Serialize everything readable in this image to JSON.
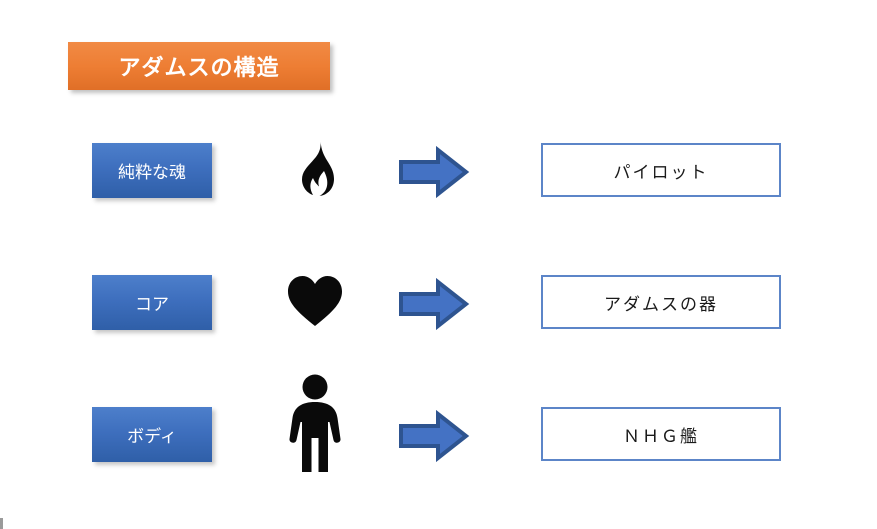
{
  "slide": {
    "title": "アダムスの構造",
    "background_color": "#FFFFFF",
    "title_color_start": "#F18A44",
    "title_color_end": "#E06F27",
    "box_color_start": "#4D7FCB",
    "box_color_end": "#2F5FA8",
    "arrow_fill": "#4472C4",
    "arrow_stroke": "#2E5490",
    "outline_border": "#5C85C8"
  },
  "rows": [
    {
      "label": "純粋な魂",
      "icon": "flame-icon",
      "arrow": "right-arrow-icon",
      "result": "パイロット"
    },
    {
      "label": "コア",
      "icon": "heart-icon",
      "arrow": "right-arrow-icon",
      "result": "アダムスの器"
    },
    {
      "label": "ボディ",
      "icon": "person-icon",
      "arrow": "right-arrow-icon",
      "result": "ＮＨＧ艦"
    }
  ]
}
